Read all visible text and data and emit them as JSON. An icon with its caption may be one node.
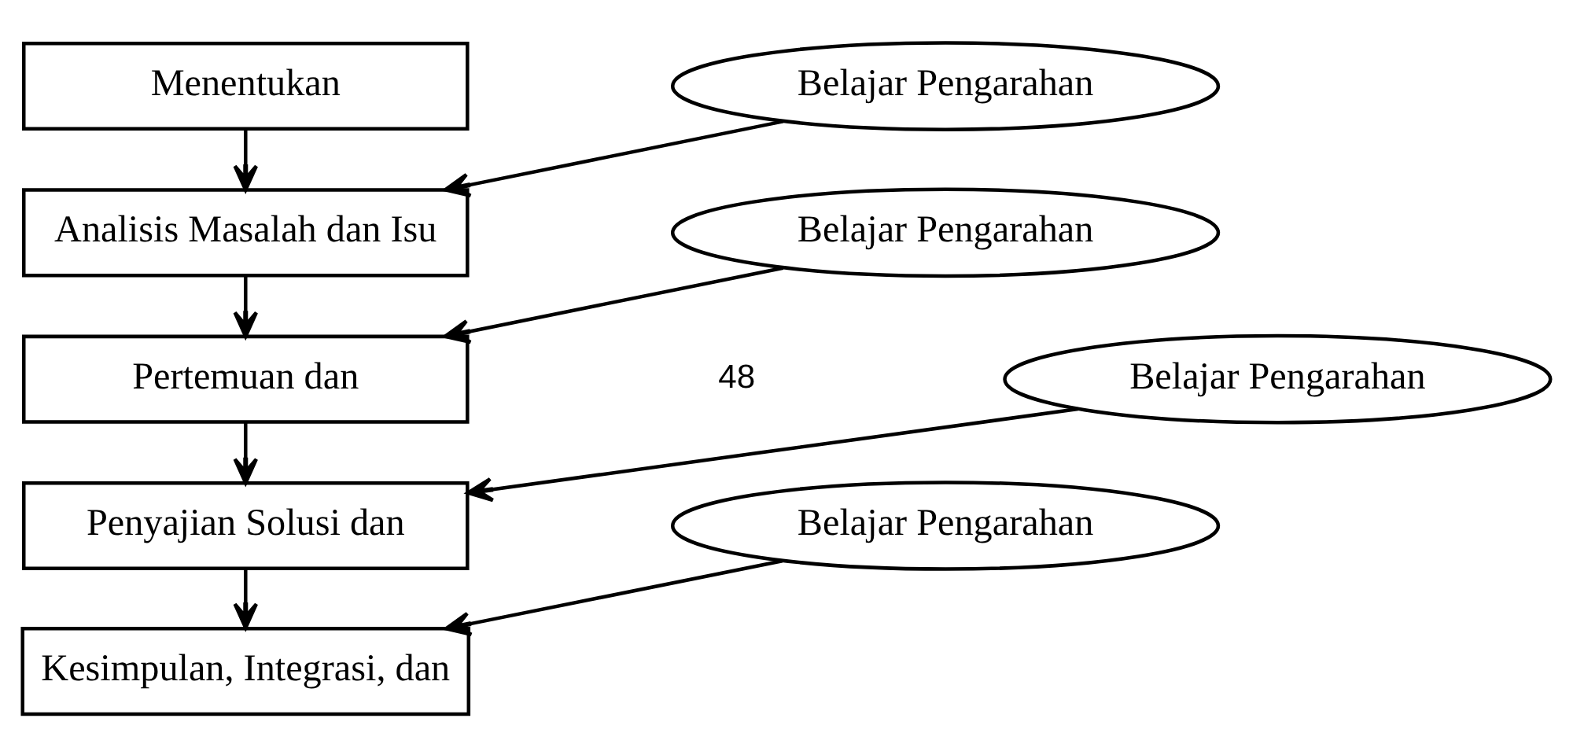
{
  "diagram": {
    "nodes": [
      {
        "text": [
          "Menentukan"
        ]
      },
      {
        "text": [
          "Analisis Masalah dan Isu"
        ]
      },
      {
        "text": [
          "Pertemuan dan"
        ]
      },
      {
        "text": [
          "Penyajian Solusi dan"
        ]
      },
      {
        "text": [
          "Kesimpulan, Integrasi, dan"
        ]
      },
      {
        "text": [
          "Belajar Pengarahan"
        ]
      },
      {
        "text": [
          "Belajar Pengarahan"
        ]
      },
      {
        "text": [
          "Belajar Pengarahan"
        ]
      },
      {
        "text": [
          "Belajar Pengarahan"
        ]
      }
    ],
    "edges": [
      {
        "from": 0,
        "to": 1,
        "arrow": "to"
      },
      {
        "from": 5,
        "to": 1,
        "arrow": "to"
      },
      {
        "from": 1,
        "to": 2,
        "arrow": "to"
      },
      {
        "from": 6,
        "to": 2,
        "arrow": "to"
      },
      {
        "from": 2,
        "to": 3,
        "arrow": "to"
      },
      {
        "from": 7,
        "to": 3,
        "arrow": "to"
      },
      {
        "from": 3,
        "to": 4,
        "arrow": "to"
      },
      {
        "from": 8,
        "to": 4,
        "arrow": "to"
      }
    ],
    "labels": [
      "48"
    ]
  }
}
